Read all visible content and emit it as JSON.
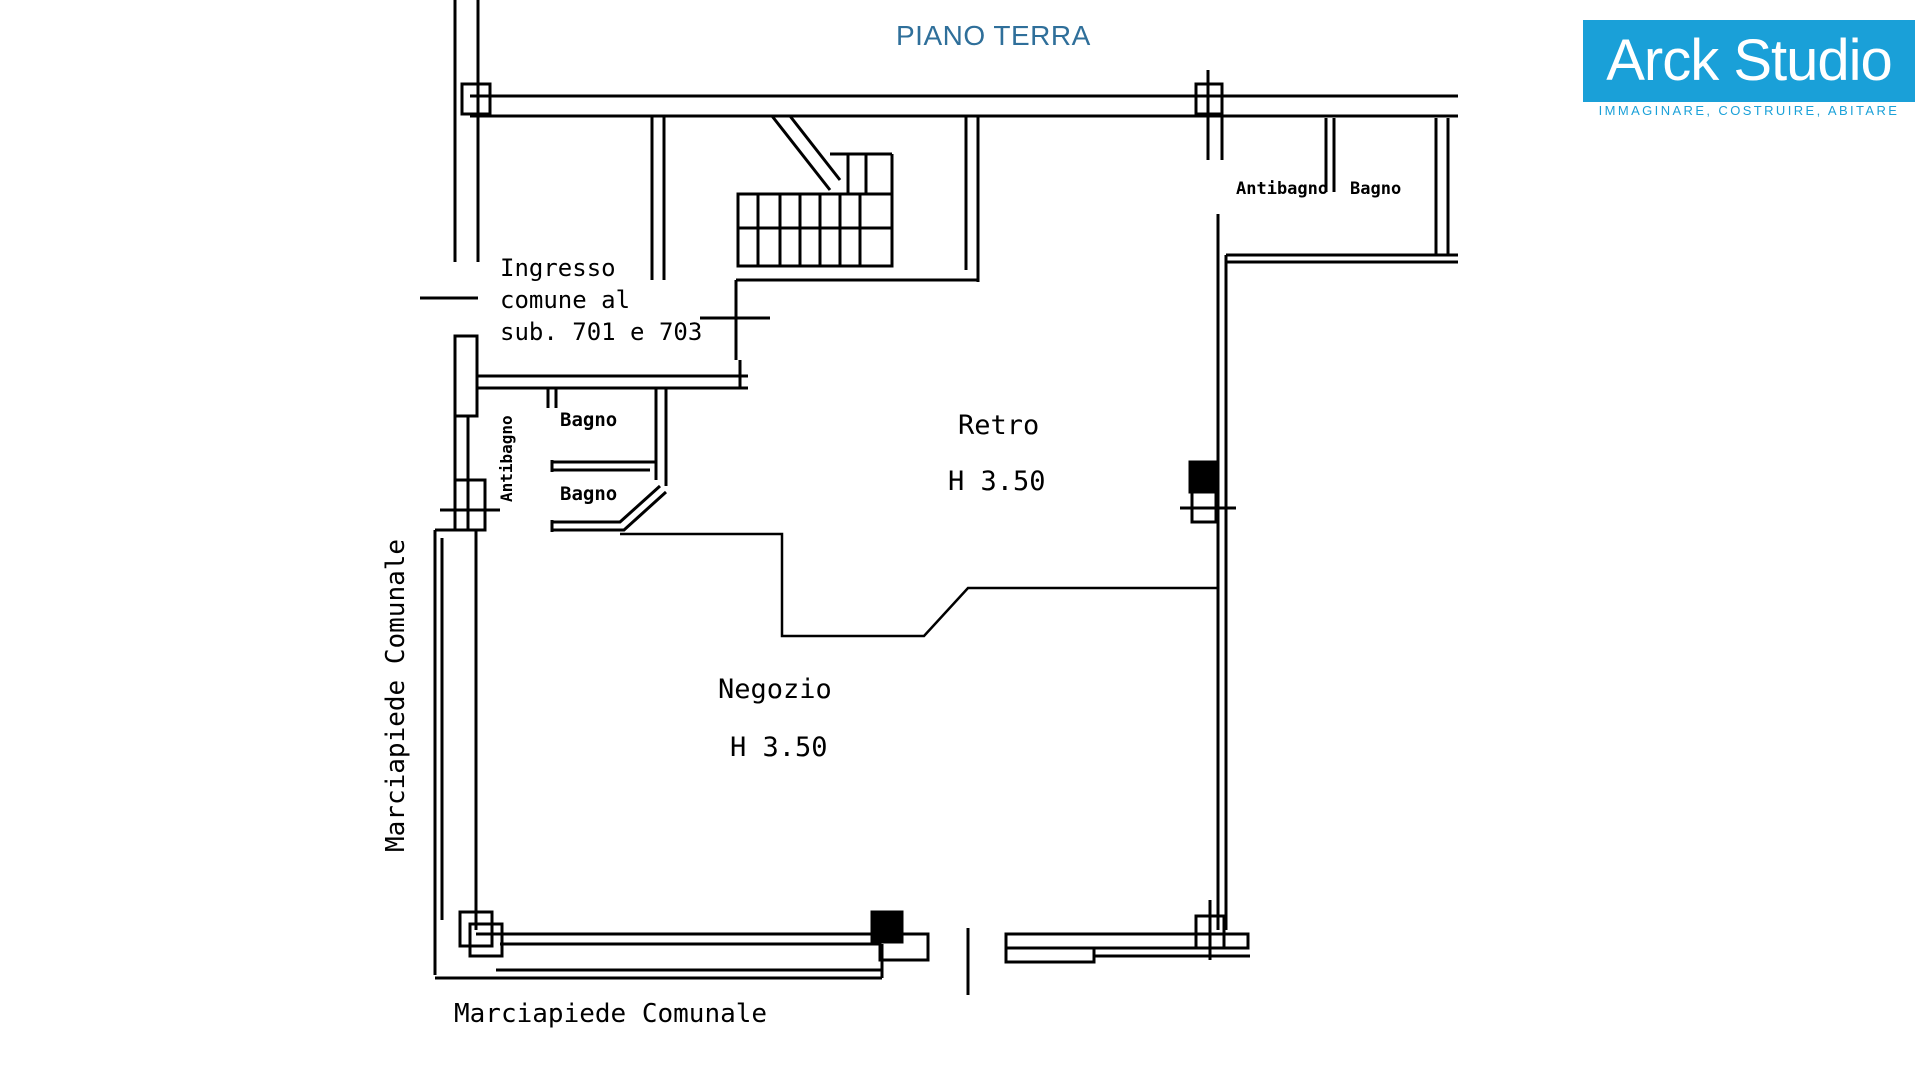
{
  "page": {
    "title": "PIANO TERRA"
  },
  "logo": {
    "name": "Arck Studio",
    "tagline": "IMMAGINARE, COSTRUIRE, ABITARE",
    "color": "#1aa0d8"
  },
  "plan": {
    "rooms": {
      "ingresso_line1": "Ingresso",
      "ingresso_line2": "comune al",
      "ingresso_line3": "sub. 701 e 703",
      "retro": "Retro",
      "retro_height": "H  3.50",
      "negozio": "Negozio",
      "negozio_height": "H  3.50",
      "bagno_1": "Bagno",
      "bagno_2": "Bagno",
      "antibagno_left": "Antibagno",
      "antibagno_top": "Antibagno",
      "bagno_top": "Bagno"
    },
    "sidewalk_left": "Marciapiede Comunale",
    "sidewalk_bottom": "Marciapiede Comunale"
  }
}
